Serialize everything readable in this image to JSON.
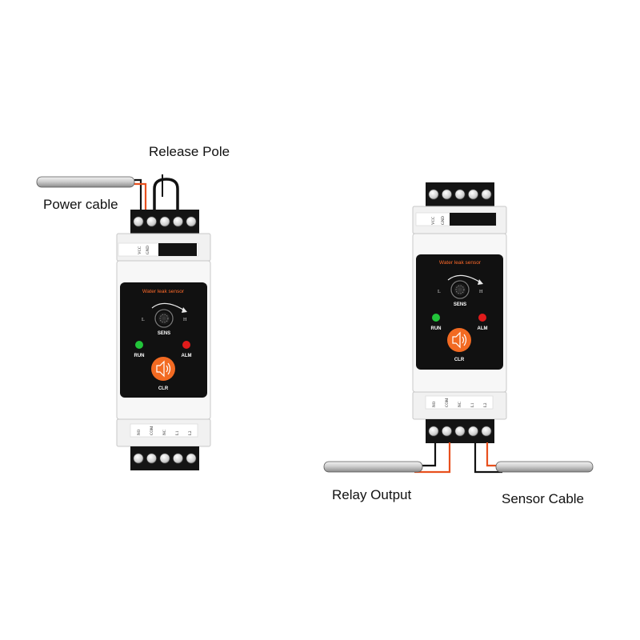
{
  "callouts": {
    "release_pole": "Release Pole",
    "power_cable": "Power cable",
    "relay_output": "Relay Output",
    "sensor_cable": "Sensor Cable"
  },
  "devices": [
    {
      "top_labels": [
        "VCC",
        "GND"
      ],
      "panel_title": "Water leak sensor",
      "knob_label": "SENS",
      "low_mark": "L",
      "high_mark": "H",
      "run_label": "RUN",
      "alm_label": "ALM",
      "clr_label": "CLR",
      "bottom_labels": [
        "NO",
        "COM",
        "NC",
        "L1",
        "L2"
      ]
    },
    {
      "top_labels": [
        "VCC",
        "GND"
      ],
      "panel_title": "Water leak sensor",
      "knob_label": "SENS",
      "low_mark": "L",
      "high_mark": "H",
      "run_label": "RUN",
      "alm_label": "ALM",
      "clr_label": "CLR",
      "bottom_labels": [
        "NO",
        "COM",
        "NC",
        "L1",
        "L2"
      ]
    }
  ],
  "colors": {
    "wire_red": "#e8501e",
    "wire_black": "#111111",
    "led_run": "#22c53a",
    "led_alm": "#e01b1b",
    "clr_button": "#f26a22",
    "panel": "#111111",
    "housing": "#f4f4f4"
  }
}
